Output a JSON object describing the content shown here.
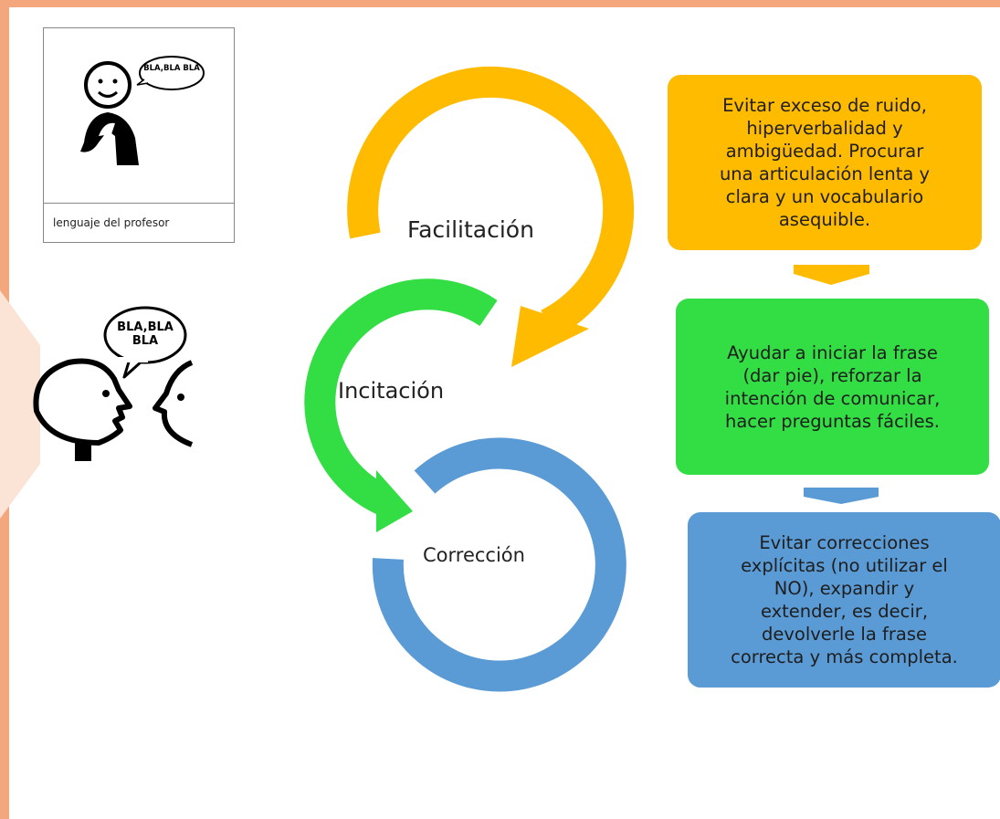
{
  "colors": {
    "frame": "#f4a67c",
    "facilitacion": "#ffbb00",
    "incitacion": "#33dd44",
    "correccion": "#5b9bd5"
  },
  "pictogram": {
    "caption": "lenguaje del profesor",
    "speech_bubble_small": "BLA,BLA BLA",
    "speech_bubble_large_line1": "BLA,BLA",
    "speech_bubble_large_line2": "BLA"
  },
  "cycle": {
    "facilitacion_label": "Facilitación",
    "incitacion_label": "Incitación",
    "correccion_label": "Corrección"
  },
  "boxes": {
    "facilitacion_lines": [
      "Evitar exceso de ruido,",
      "hiperverbalidad  y",
      "ambigüedad.  Procurar",
      "una articulación lenta y",
      "clara y un vocabulario",
      "asequible."
    ],
    "incitacion_lines": [
      "Ayudar a iniciar la frase",
      "(dar pie), reforzar la",
      "intención de comunicar,",
      "hacer preguntas fáciles."
    ],
    "correccion_lines": [
      "Evitar correcciones",
      "explícitas (no utilizar el",
      "NO), expandir y",
      "extender, es decir,",
      "devolverle la frase",
      "correcta y más completa."
    ]
  }
}
